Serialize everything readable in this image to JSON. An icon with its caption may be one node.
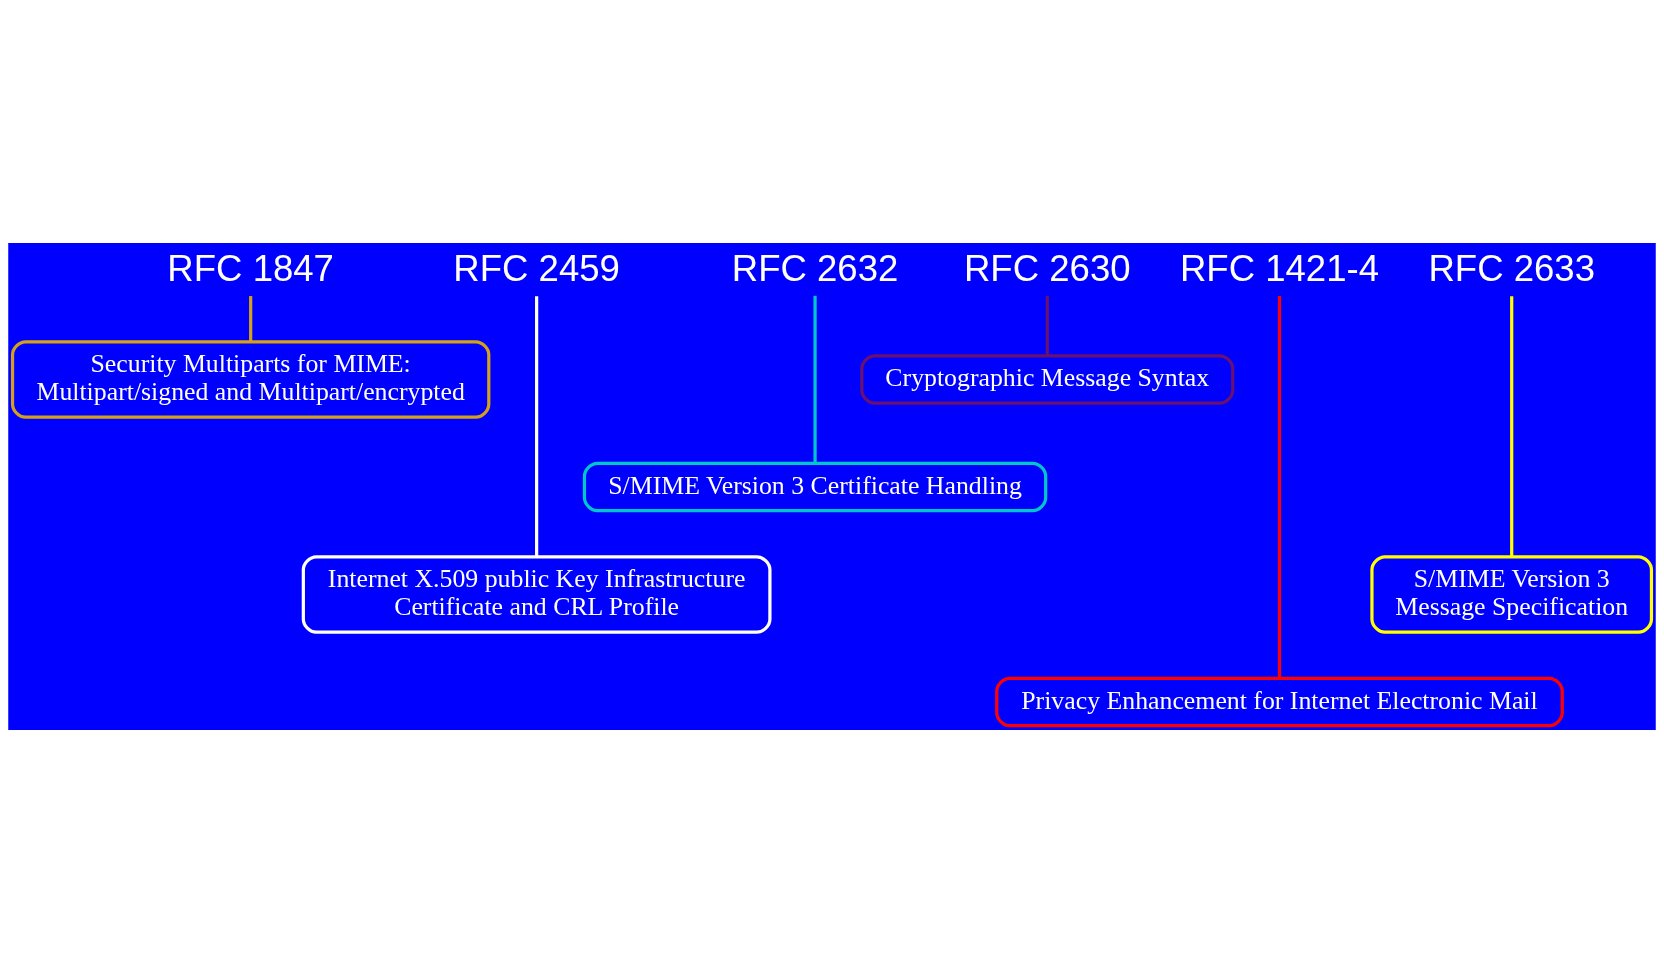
{
  "diagram": {
    "nodes": [
      {
        "text": [
          "RFC 1847"
        ]
      },
      {
        "text": [
          "RFC 2459"
        ]
      },
      {
        "text": [
          "RFC 2632"
        ]
      },
      {
        "text": [
          "RFC 2630"
        ]
      },
      {
        "text": [
          "RFC 1421-4"
        ]
      },
      {
        "text": [
          "RFC 2633"
        ]
      },
      {
        "text": [
          "Security Multiparts for MIME: Multipart/signed and Multipart/encrypted"
        ]
      },
      {
        "text": [
          "Cryptographic Message Syntax"
        ]
      },
      {
        "text": [
          "S/MIME Version 3 Certificate Handling"
        ]
      },
      {
        "text": [
          "Internet X.509 public Key Infrastructure Certificate and CRL Profile"
        ]
      },
      {
        "text": [
          "S/MIME Version 3 Message Specification"
        ]
      },
      {
        "text": [
          "Privacy Enhancement for Internet Electronic Mail"
        ]
      }
    ],
    "edges": [
      {
        "from": 0,
        "to": 6,
        "arrow": "none",
        "color": "#d4a017"
      },
      {
        "from": 1,
        "to": 9,
        "arrow": "none",
        "color": "#ffffff"
      },
      {
        "from": 2,
        "to": 8,
        "arrow": "none",
        "color": "#00c8c8"
      },
      {
        "from": 3,
        "to": 7,
        "arrow": "none",
        "color": "#6a1070"
      },
      {
        "from": 4,
        "to": 11,
        "arrow": "none",
        "color": "#ff0000"
      },
      {
        "from": 5,
        "to": 10,
        "arrow": "none",
        "color": "#ffff00"
      }
    ]
  }
}
